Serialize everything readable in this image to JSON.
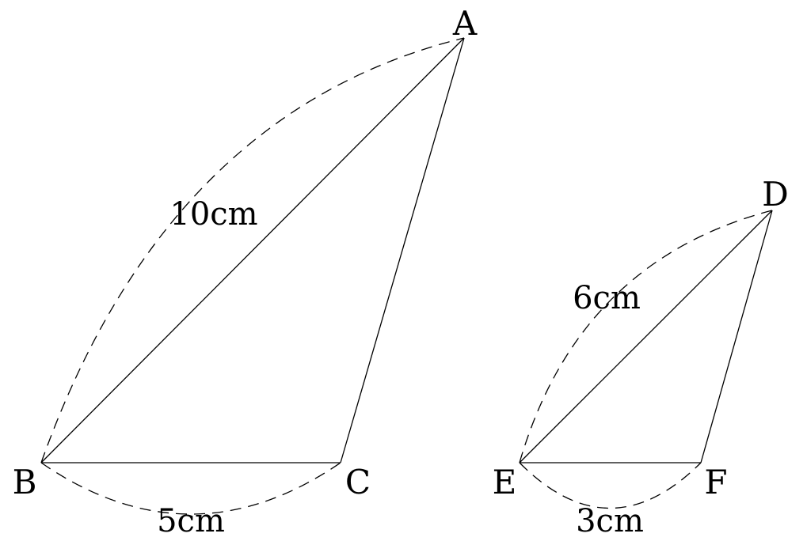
{
  "large_triangle": {
    "vertices": {
      "a": "A",
      "b": "B",
      "c": "C"
    },
    "lengths": {
      "ab": "10cm",
      "bc": "5cm"
    }
  },
  "small_triangle": {
    "vertices": {
      "d": "D",
      "e": "E",
      "f": "F"
    },
    "lengths": {
      "de": "6cm",
      "ef": "3cm"
    }
  }
}
